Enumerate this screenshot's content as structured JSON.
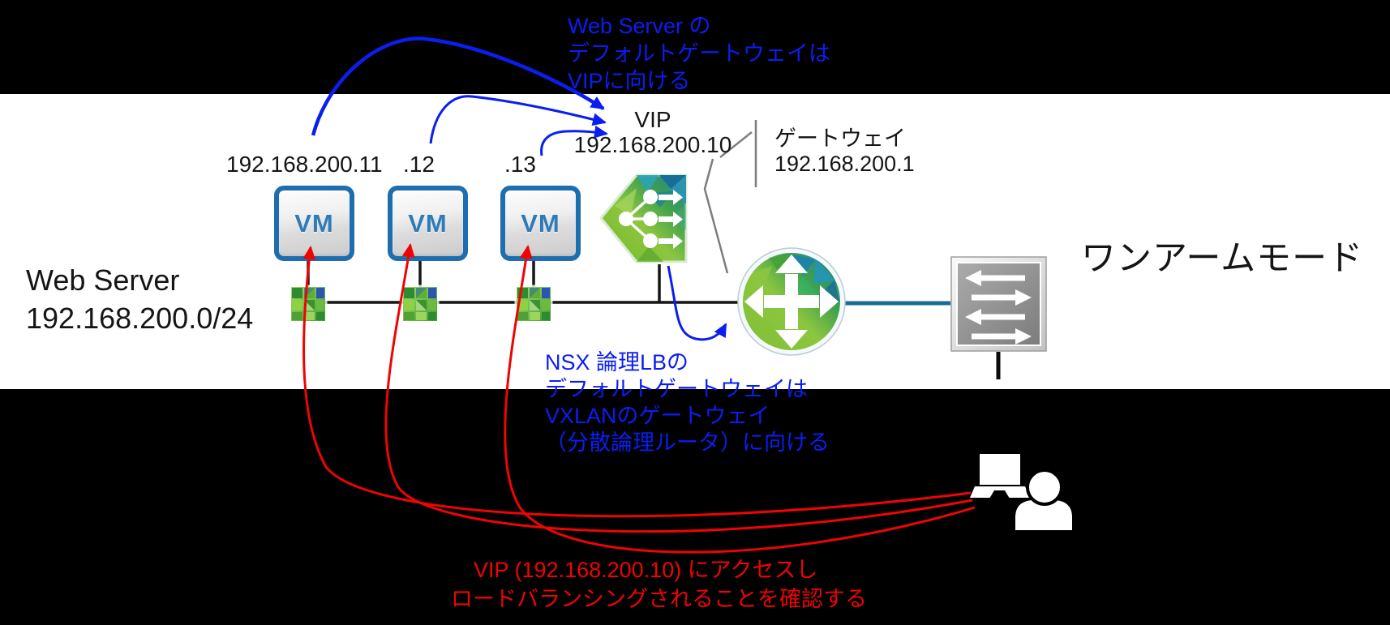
{
  "slide": {
    "mode_title": "ワンアームモード"
  },
  "network": {
    "segment": {
      "name": "Web Server",
      "cidr": "192.168.200.0/24"
    },
    "vm_label": "VM",
    "vm_ips": [
      "192.168.200.11",
      ".12",
      ".13"
    ],
    "vip": {
      "title": "VIP",
      "ip": "192.168.200.10"
    },
    "gateway": {
      "title": "ゲートウェイ",
      "ip": "192.168.200.1"
    }
  },
  "annotations": {
    "top_blue": {
      "lines": [
        "Web Server の",
        "デフォルトゲートウェイは",
        "VIPに向ける"
      ]
    },
    "mid_blue": {
      "lines": [
        "NSX 論理LBの",
        "デフォルトゲートウェイは",
        "VXLANのゲートウェイ",
        "（分散論理ルータ）に向ける"
      ]
    },
    "bottom_red": {
      "lines": [
        "VIP (192.168.200.10) にアクセスし",
        "ロードバランシングされることを確認する"
      ]
    }
  },
  "icons": {
    "load_balancer": "nsx-load-balancer",
    "router": "nsx-distributed-logical-router",
    "switch": "physical-switch",
    "net_segment": "vxlan-logical-switch",
    "client": "user-with-laptop"
  },
  "colors": {
    "annotation_blue": "#0a1ef0",
    "annotation_red": "#ee0404",
    "link_teal": "#196b97",
    "vm_border_blue": "#1e6dae",
    "nsx_green": "#8cc63f",
    "nsx_teal": "#1d7fa2"
  }
}
